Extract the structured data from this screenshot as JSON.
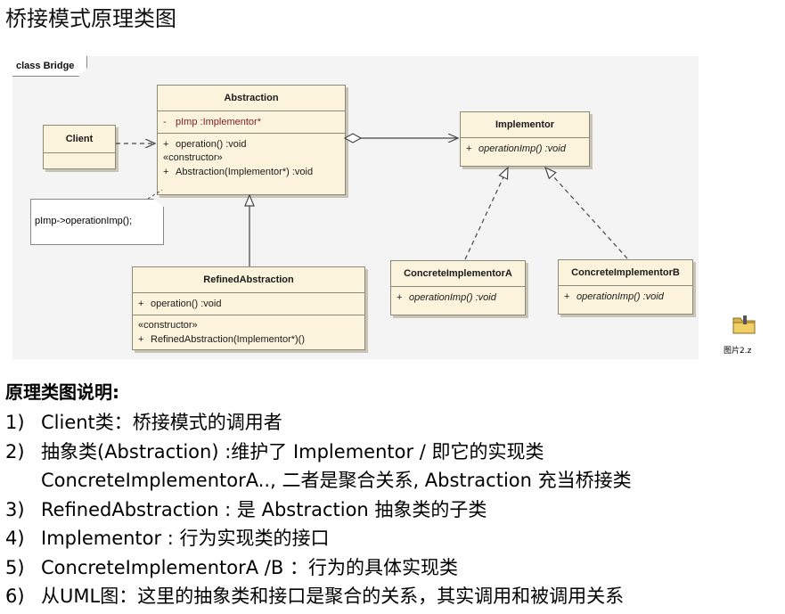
{
  "page": {
    "title": "桥接模式原理类图"
  },
  "diagram": {
    "frame_label": "class Bridge",
    "classes": {
      "abstraction": {
        "name": "Abstraction",
        "attributes": [
          {
            "visibility": "-",
            "text": "pImp  :Implementor*"
          }
        ],
        "operations": [
          {
            "visibility": "+",
            "text": "operation()  :void"
          }
        ],
        "stereotype": "«constructor»",
        "constructors": [
          {
            "visibility": "+",
            "text": "Abstraction(Implementor*)  :void"
          }
        ]
      },
      "client": {
        "name": "Client"
      },
      "implementor": {
        "name": "Implementor",
        "operations": [
          {
            "visibility": "+",
            "text": "operationImp()  :void"
          }
        ]
      },
      "refined_abstraction": {
        "name": "RefinedAbstraction",
        "operations": [
          {
            "visibility": "+",
            "text": "operation()  :void"
          }
        ],
        "stereotype": "«constructor»",
        "constructors": [
          {
            "visibility": "+",
            "text": "RefinedAbstraction(Implementor*)()"
          }
        ]
      },
      "concrete_a": {
        "name": "ConcreteImplementorA",
        "operations": [
          {
            "visibility": "+",
            "text": "operationImp()  :void"
          }
        ]
      },
      "concrete_b": {
        "name": "ConcreteImplementorB",
        "operations": [
          {
            "visibility": "+",
            "text": "operationImp()  :void"
          }
        ]
      }
    },
    "note": "pImp->operationImp();"
  },
  "desktop_icon": {
    "label": "图片2.z"
  },
  "description": {
    "heading": "原理类图说明:",
    "items": [
      {
        "num": "1)",
        "text": "Client类：桥接模式的调用者"
      },
      {
        "num": "2)",
        "text": "抽象类(Abstraction) :维护了 Implementor / 即它的实现类"
      },
      {
        "num": "",
        "text": "ConcreteImplementorA.., 二者是聚合关系, Abstraction 充当桥接类"
      },
      {
        "num": "3)",
        "text": "RefinedAbstraction : 是 Abstraction 抽象类的子类"
      },
      {
        "num": "4)",
        "text": "Implementor : 行为实现类的接口"
      },
      {
        "num": "5)",
        "text": "ConcreteImplementorA /B ：行为的具体实现类"
      },
      {
        "num": "6)",
        "text": "从UML图：这里的抽象类和接口是聚合的关系，其实调用和被调用关系"
      }
    ]
  }
}
